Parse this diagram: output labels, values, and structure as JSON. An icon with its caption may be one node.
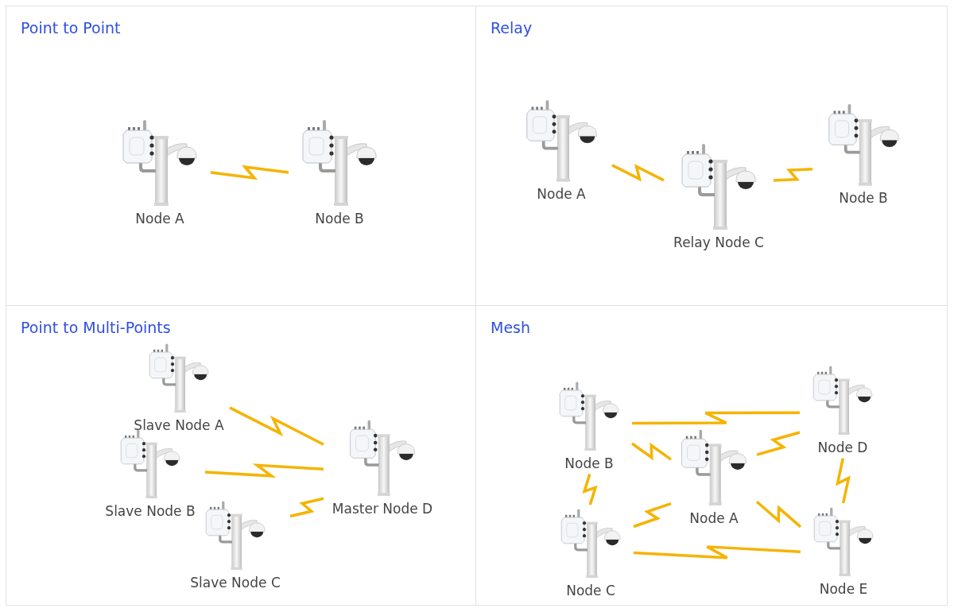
{
  "diagram": {
    "nodes": [
      {
        "text": [
          "Point to Point"
        ]
      },
      {
        "text": [
          "Node A"
        ],
        "in": 0
      },
      {
        "text": [
          "Node B"
        ],
        "in": 0
      },
      {
        "text": [
          "Relay"
        ]
      },
      {
        "text": [
          "Node A"
        ],
        "in": 3
      },
      {
        "text": [
          "Relay Node C"
        ],
        "in": 3
      },
      {
        "text": [
          "Node B"
        ],
        "in": 3
      },
      {
        "text": [
          "Point to Multi-Points"
        ]
      },
      {
        "text": [
          "Slave Node A"
        ],
        "in": 7
      },
      {
        "text": [
          "Slave Node B"
        ],
        "in": 7
      },
      {
        "text": [
          "Slave Node C"
        ],
        "in": 7
      },
      {
        "text": [
          "Master Node D"
        ],
        "in": 7
      },
      {
        "text": [
          "Mesh"
        ]
      },
      {
        "text": [
          "Node B"
        ],
        "in": 12
      },
      {
        "text": [
          "Node D"
        ],
        "in": 12
      },
      {
        "text": [
          "Node A"
        ],
        "in": 12
      },
      {
        "text": [
          "Node C"
        ],
        "in": 12
      },
      {
        "text": [
          "Node E"
        ],
        "in": 12
      }
    ],
    "edges": [
      {
        "from": 1,
        "to": 2,
        "arrow": "none"
      },
      {
        "from": 4,
        "to": 5,
        "arrow": "none"
      },
      {
        "from": 5,
        "to": 6,
        "arrow": "none"
      },
      {
        "from": 8,
        "to": 11,
        "arrow": "none"
      },
      {
        "from": 9,
        "to": 11,
        "arrow": "none"
      },
      {
        "from": 10,
        "to": 11,
        "arrow": "none"
      },
      {
        "from": 13,
        "to": 14,
        "arrow": "none"
      },
      {
        "from": 13,
        "to": 15,
        "arrow": "none"
      },
      {
        "from": 15,
        "to": 14,
        "arrow": "none"
      },
      {
        "from": 13,
        "to": 16,
        "arrow": "none"
      },
      {
        "from": 16,
        "to": 15,
        "arrow": "none"
      },
      {
        "from": 15,
        "to": 17,
        "arrow": "none"
      },
      {
        "from": 14,
        "to": 17,
        "arrow": "none"
      },
      {
        "from": 16,
        "to": 17,
        "arrow": "none"
      }
    ]
  }
}
